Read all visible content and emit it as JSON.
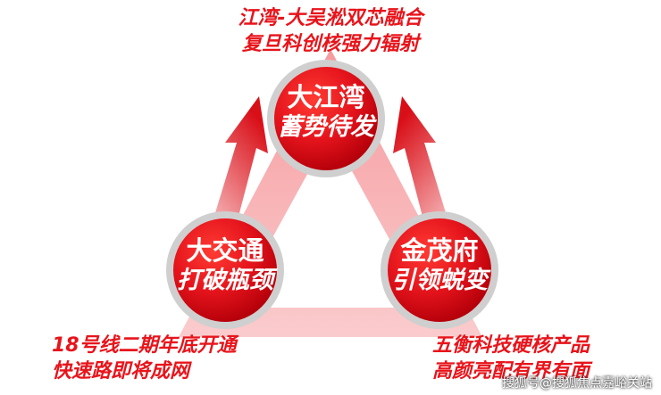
{
  "captions": {
    "top": [
      "江湾-大吴淞双芯融合",
      "复旦科创核强力辐射"
    ],
    "left": [
      "18号线二期年底开通",
      "快速路即将成网"
    ],
    "right": [
      "五衡科技硬核产品",
      "高颜亮配有界有面"
    ]
  },
  "nodes": {
    "top": {
      "line1": "大江湾",
      "line2": "蓄势待发"
    },
    "left": {
      "line1": "大交通",
      "line2": "打破瓶颈"
    },
    "right": {
      "line1": "金茂府",
      "line2": "引领蜕变"
    }
  },
  "watermark": "搜狐号@搜狐焦点嘉峪关站",
  "colors": {
    "accent": "#e8141b",
    "circle_dark": "#b5000a",
    "triangle": "#f6a0a3"
  }
}
